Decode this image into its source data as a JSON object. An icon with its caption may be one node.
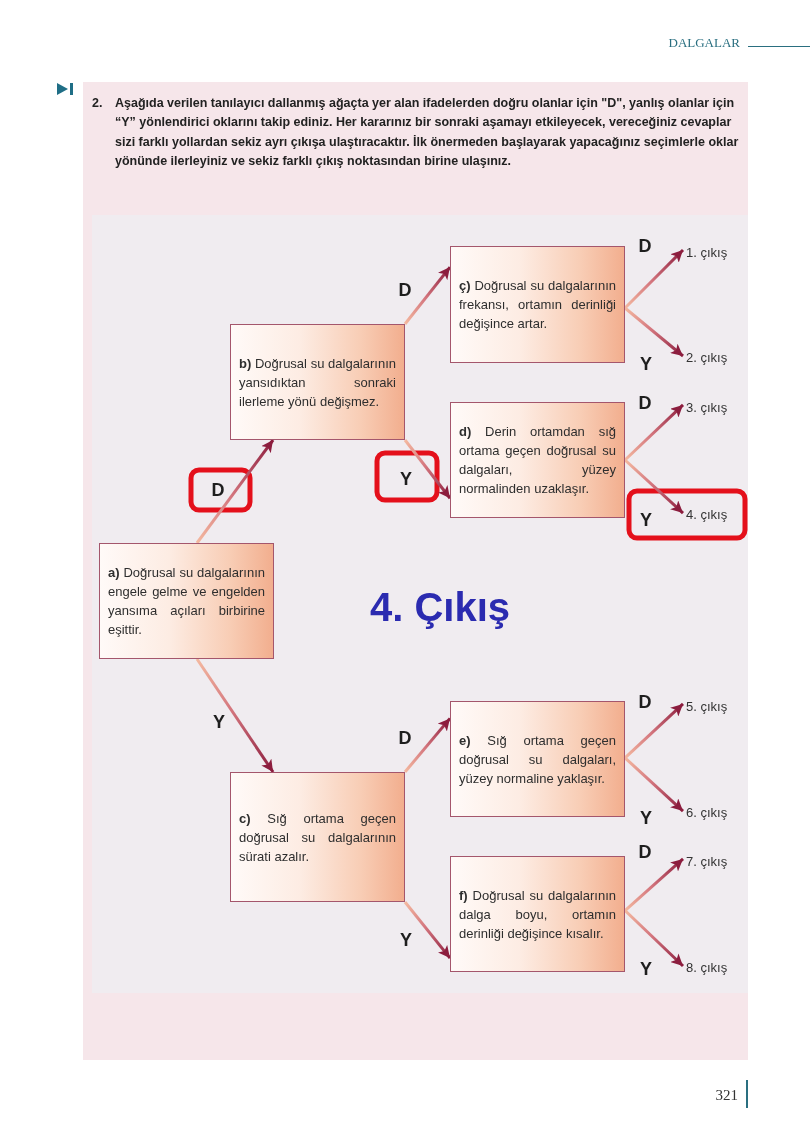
{
  "diagram": {
    "nodes": [
      {
        "text": [
          "**a)** Doğrusal su dalgalarının engele gelme ve engelden yansıma açıları birbirine eşittir."
        ]
      },
      {
        "text": [
          "**b)** Doğrusal su dalgalarının yansıdıktan sonraki ilerleme yönü değişmez."
        ]
      },
      {
        "text": [
          "**c)** Sığ ortama geçen doğrusal su dalgalarının sürati azalır."
        ]
      },
      {
        "text": [
          "**ç)** Doğrusal su dalgalarının frekansı, ortamın derinliği değişince artar."
        ]
      },
      {
        "text": [
          "**d)** Derin ortamdan sığ ortama geçen doğrusal su dalgaları, yüzey normalinden uzaklaşır."
        ]
      },
      {
        "text": [
          "**e)** Sığ ortama geçen doğrusal su dalgaları, yüzey normaline yaklaşır."
        ]
      },
      {
        "text": [
          "**f)** Doğrusal su dalgalarının dalga boyu, ortamın derinliği değişince kısalır."
        ]
      },
      {
        "text": [
          "1. çıkış"
        ]
      },
      {
        "text": [
          "2. çıkış"
        ]
      },
      {
        "text": [
          "3. çıkış"
        ]
      },
      {
        "text": [
          "4. çıkış"
        ]
      },
      {
        "text": [
          "5. çıkış"
        ]
      },
      {
        "text": [
          "6. çıkış"
        ]
      },
      {
        "text": [
          "7. çıkış"
        ]
      },
      {
        "text": [
          "8. çıkış"
        ]
      }
    ],
    "edges": [
      {
        "from": 0,
        "to": 1,
        "arrow": "to",
        "label": "D"
      },
      {
        "from": 0,
        "to": 2,
        "arrow": "to",
        "label": "Y"
      },
      {
        "from": 1,
        "to": 3,
        "arrow": "to",
        "label": "D"
      },
      {
        "from": 1,
        "to": 4,
        "arrow": "to",
        "label": "Y"
      },
      {
        "from": 2,
        "to": 5,
        "arrow": "to",
        "label": "D"
      },
      {
        "from": 2,
        "to": 6,
        "arrow": "to",
        "label": "Y"
      },
      {
        "from": 3,
        "to": 7,
        "arrow": "to",
        "label": "D"
      },
      {
        "from": 3,
        "to": 8,
        "arrow": "to",
        "label": "Y"
      },
      {
        "from": 4,
        "to": 9,
        "arrow": "to",
        "label": "D"
      },
      {
        "from": 4,
        "to": 10,
        "arrow": "to",
        "label": "Y"
      },
      {
        "from": 5,
        "to": 11,
        "arrow": "to",
        "label": "D"
      },
      {
        "from": 5,
        "to": 12,
        "arrow": "to",
        "label": "Y"
      },
      {
        "from": 6,
        "to": 13,
        "arrow": "to",
        "label": "D"
      },
      {
        "from": 6,
        "to": 14,
        "arrow": "to",
        "label": "Y"
      }
    ],
    "labels": [
      "DALGALAR",
      "2.",
      "Aşağıda verilen tanılayıcı dallanmış ağaçta yer alan ifadelerden doğru olanlar için \"D\", yanlış olanlar için “Y” yönlendirici oklarını takip ediniz. Her kararınız bir sonraki aşamayı etkileyecek, vereceğiniz cevaplar sizi farklı yollardan sekiz ayrı çıkışa ulaştıracaktır. İlk önermeden başlayarak yapacağınız seçimlerle oklar yönünde ilerleyiniz ve sekiz farklı çıkış noktasından birine ulaşınız.",
      "4. Çıkış",
      "321"
    ]
  }
}
